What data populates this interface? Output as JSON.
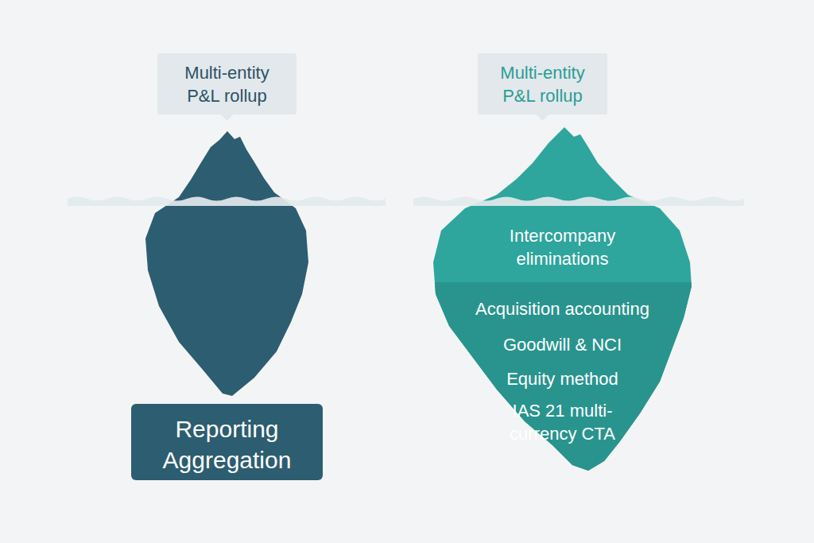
{
  "diagram": {
    "nodes": [
      {
        "text": [
          "Multi-entity P&L rollup"
        ]
      },
      {
        "text": [
          "Reporting Aggregation"
        ]
      },
      {
        "text": [
          "Multi-entity P&L rollup"
        ]
      },
      {
        "text": [
          "Intercompany eliminations"
        ]
      },
      {
        "text": [
          "Acquisition accounting",
          "Goodwill & NCI",
          "Equity method",
          "IAS 21 multi-currency CTA"
        ],
        "in": 3
      }
    ]
  }
}
